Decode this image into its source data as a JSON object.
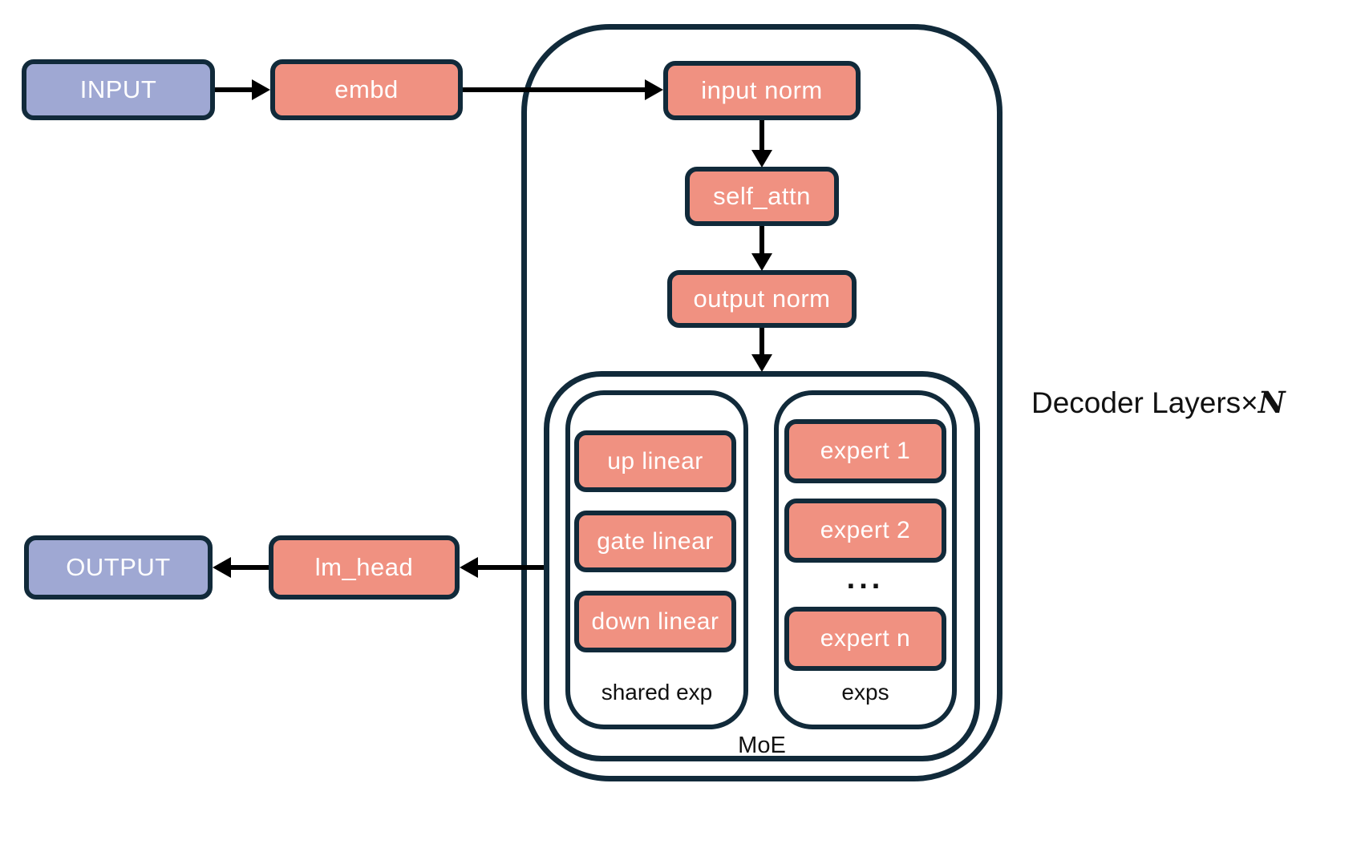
{
  "colors": {
    "salmon": "#F09181",
    "purple": "#9FA8D3",
    "border": "#112A3A",
    "arrow": "#000000",
    "text_light": "#FFFFFF",
    "text_dark": "#111111",
    "background": "#FFFFFF"
  },
  "nodes": {
    "input": {
      "label": "INPUT"
    },
    "embd": {
      "label": "embd"
    },
    "input_norm": {
      "label": "input norm"
    },
    "self_attn": {
      "label": "self_attn"
    },
    "output_norm": {
      "label": "output norm"
    },
    "up_linear": {
      "label": "up linear"
    },
    "gate_linear": {
      "label": "gate linear"
    },
    "down_linear": {
      "label": "down linear"
    },
    "expert_1": {
      "label": "expert 1"
    },
    "expert_2": {
      "label": "expert 2"
    },
    "expert_n": {
      "label": "expert n"
    },
    "lm_head": {
      "label": "lm_head"
    },
    "output": {
      "label": "OUTPUT"
    }
  },
  "labels": {
    "shared_exp": "shared exp",
    "exps": "exps",
    "moe": "MoE",
    "experts_ellipsis": "...",
    "decoder_layers_prefix": "Decoder Layers×",
    "decoder_layers_n": "N"
  }
}
